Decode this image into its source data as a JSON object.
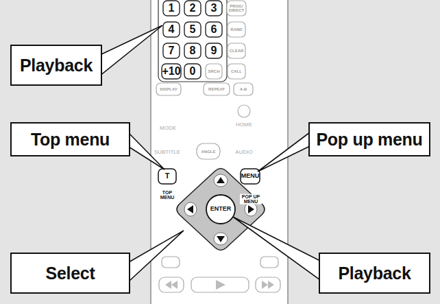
{
  "diagram": {
    "nodes": [
      {
        "text": [
          "Playback"
        ]
      },
      {
        "text": [
          "Top menu"
        ]
      },
      {
        "text": [
          "Pop up menu"
        ]
      },
      {
        "text": [
          "Select"
        ]
      },
      {
        "text": [
          "Playback"
        ]
      }
    ],
    "labels": [
      "1",
      "2",
      "3",
      "PROG/ DIRECT",
      "4",
      "5",
      "6",
      "RAND",
      "7",
      "8",
      "9",
      "CLEAR",
      "+10",
      "0",
      "SRCH",
      "CALL",
      "DISPLAY",
      "REPEAT",
      "A-B",
      "MODE",
      "HOME",
      "SUBTITLE",
      "ANGLE",
      "AUDIO",
      "T",
      "TOP MENU",
      "MENU",
      "POP UP MENU",
      "ENTER"
    ]
  }
}
